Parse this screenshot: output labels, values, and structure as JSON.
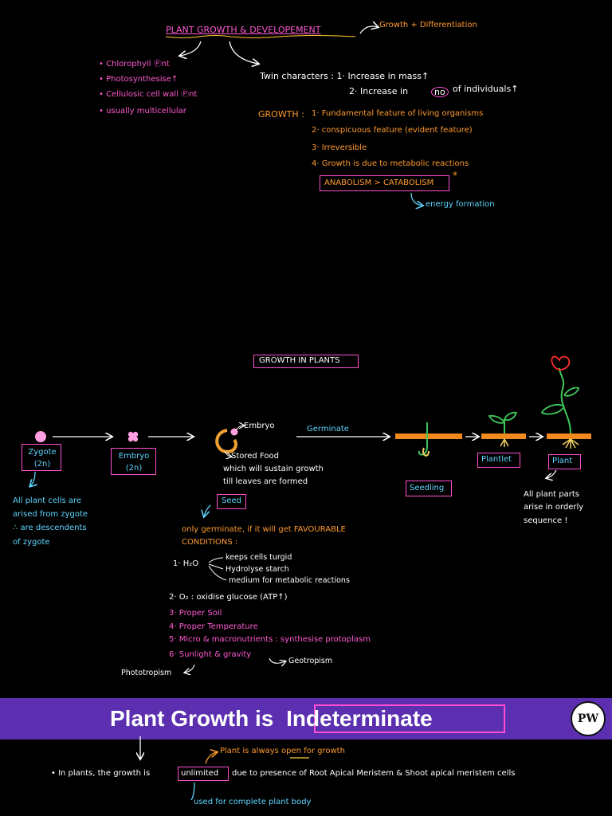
{
  "top": {
    "title": "PLANT GROWTH & DEVELOPEMENT",
    "growth_diff": "Growth + Differentiation",
    "plant_traits": [
      "• Chlorophyll Ⓟnt",
      "• Photosynthesise↑",
      "• Cellulosic cell wall Ⓟnt",
      "• usually multicellular"
    ],
    "twin_label": "Twin characters : 1· Increase in mass↑",
    "twin_2_a": "2· Increase in",
    "twin_2_no": "no",
    "twin_2_b": "of individuals↑",
    "growth_label": "GROWTH :",
    "growth_points": [
      "1· Fundamental feature of living organisms",
      "2· conspicuous feature (evident feature)",
      "3· Irreversible",
      "4· Growth is due to metabolic reactions"
    ],
    "anabolism": "ANABOLISM > CATABOLISM",
    "star": "*",
    "energy": "energy formation"
  },
  "middle": {
    "heading": "GROWTH IN PLANTS",
    "zygote": "Zygote (2n)",
    "embryo": "Embryo (2n)",
    "embryo_label": "Embryo",
    "stored_food": [
      "Stored Food",
      "which will sustain growth",
      "till leaves are formed"
    ],
    "germinate": "Germinate",
    "seed": "Seed",
    "seedling": "Seedling",
    "plantlet": "Plantlet",
    "plant": "Plant",
    "zygote_note": [
      "All plant cells are",
      "arised from zygote",
      "∴ are descendents",
      "of zygote"
    ],
    "plant_note": [
      "All plant parts",
      "arise in orderly",
      "sequence !"
    ],
    "condition_intro": [
      "only germinate, if it will get FAVOURABLE",
      "CONDITIONS :"
    ],
    "h2o": "1· H₂O",
    "h2o_items": [
      "keeps cells turgid",
      "Hydrolyse starch",
      "medium for metabolic reactions"
    ],
    "conditions": [
      "2· O₂ : oxidise glucose (ATP↑)",
      "3· Proper Soil",
      "4· Proper Temperature",
      "5· Micro & macronutrients : synthesise protoplasm",
      "6· Sunlight & gravity"
    ],
    "geotropism": "Geotropism",
    "phototropism": "Phototropism"
  },
  "banner": {
    "prefix": "Plant Growth is",
    "boxed": "Indeterminate",
    "logo": "PW"
  },
  "bottom": {
    "open_note": "Plant is always open for growth",
    "line_a": "• In plants, the growth is",
    "unlimited": "unlimited",
    "line_b": "due to presence of  Root Apical Meristem &  Shoot apical meristem cells",
    "used_for": "used for complete plant body"
  },
  "colors": {
    "pink": "#ff5ad2",
    "orange": "#ff9a2e",
    "cyan": "#5fd6ff",
    "banner": "#5b2fb0",
    "soil": "#f08a1e"
  }
}
